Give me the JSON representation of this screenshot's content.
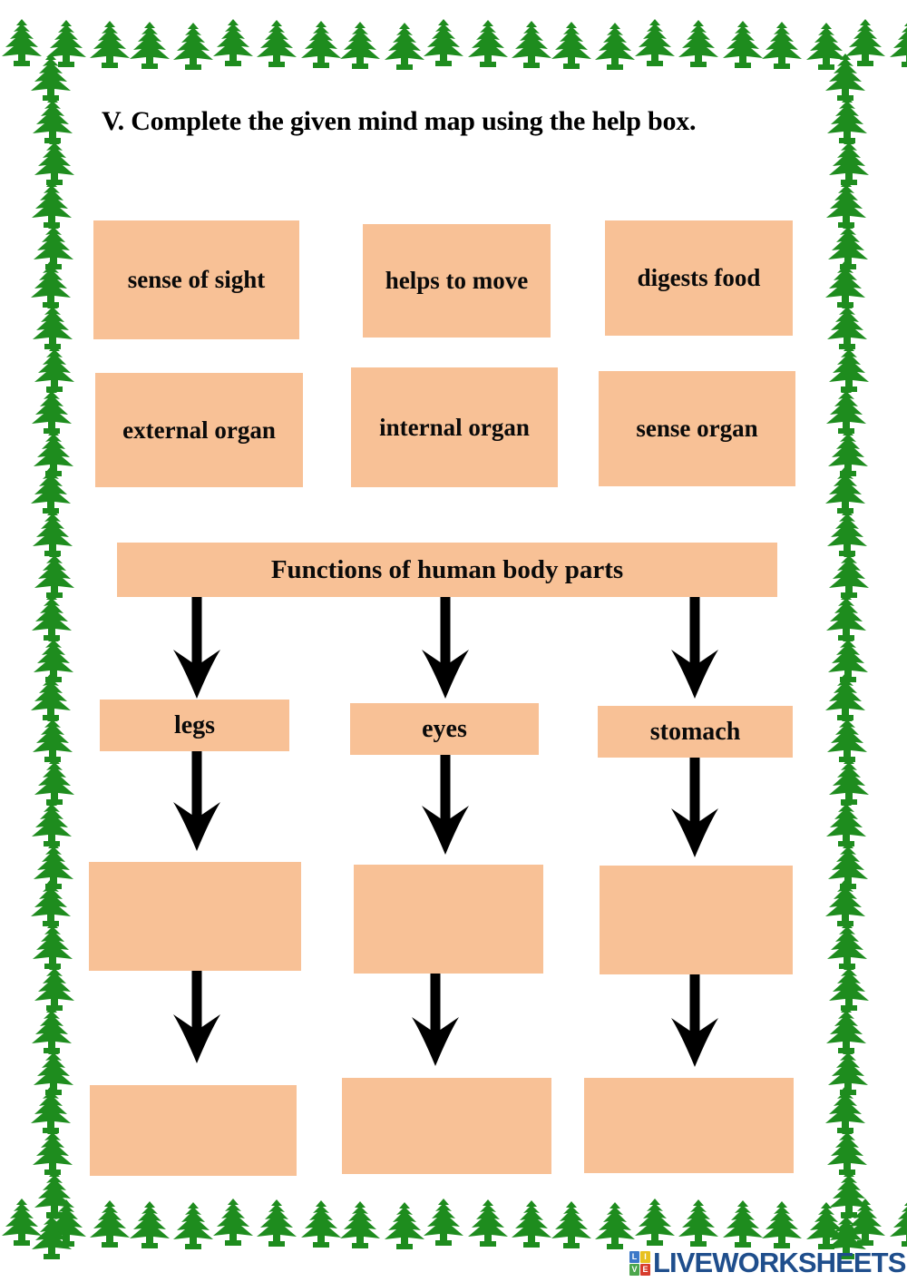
{
  "page": {
    "background_color": "#FFFFFF",
    "box_color": "#F8C196",
    "border_tree_color": "#1E8C1E",
    "arrow_color": "#000000"
  },
  "heading": {
    "text": "V. Complete the given mind map using the help box."
  },
  "help_box": {
    "items": [
      {
        "label": "sense of sight"
      },
      {
        "label": "helps to move"
      },
      {
        "label": "digests food"
      },
      {
        "label": "external organ"
      },
      {
        "label": "internal organ"
      },
      {
        "label": "sense organ"
      }
    ]
  },
  "mind_map": {
    "title": "Functions of human body parts",
    "columns": [
      {
        "node": "legs",
        "answer_1": "",
        "answer_2": ""
      },
      {
        "node": "eyes",
        "answer_1": "",
        "answer_2": ""
      },
      {
        "node": "stomach",
        "answer_1": "",
        "answer_2": ""
      }
    ]
  },
  "footer": {
    "logo_tiles": [
      {
        "letter": "L",
        "color": "#3C78C8"
      },
      {
        "letter": "I",
        "color": "#E8C120"
      },
      {
        "letter": "V",
        "color": "#4CA64C"
      },
      {
        "letter": "E",
        "color": "#D73C2C"
      }
    ],
    "logo_text": "LIVEWORKSHEETS",
    "logo_text_color": "#1F4E8C"
  }
}
